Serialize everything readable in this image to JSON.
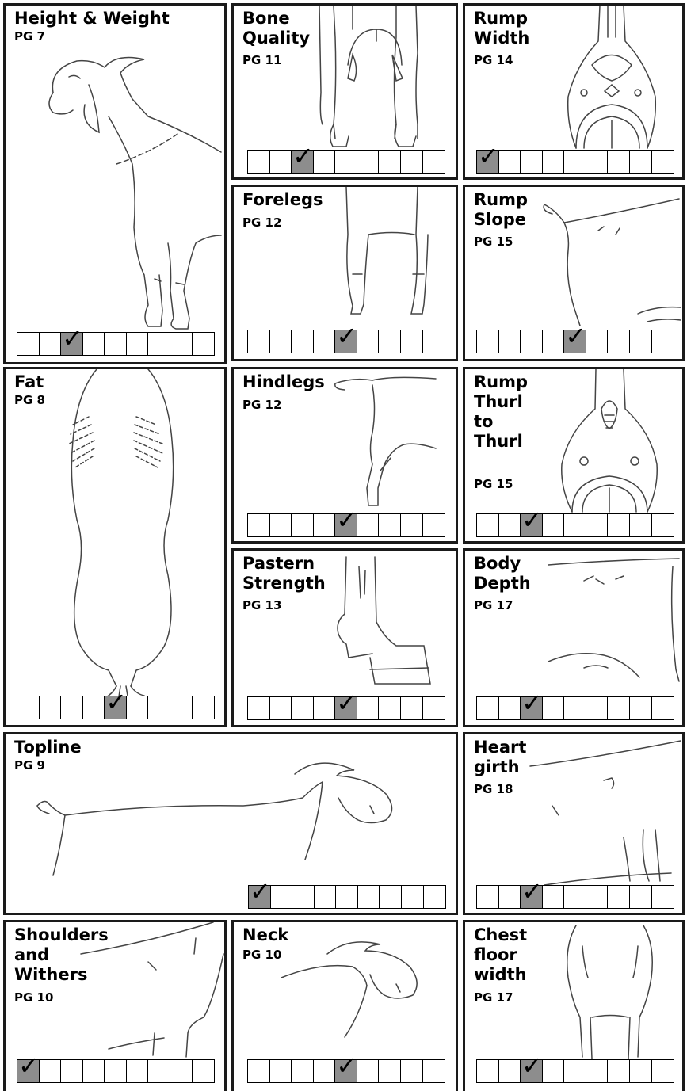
{
  "cards": {
    "height_weight": {
      "title": "Height & Weight",
      "page": "PG 7",
      "selected": 3
    },
    "bone_quality": {
      "title": "Bone\nQuality",
      "page": "PG 11",
      "selected": 3
    },
    "rump_width": {
      "title": "Rump\nWidth",
      "page": "PG 14",
      "selected": 1
    },
    "forelegs": {
      "title": "Forelegs",
      "page": "PG 12",
      "selected": 5
    },
    "rump_slope": {
      "title": "Rump\nSlope",
      "page": "PG 15",
      "selected": 5
    },
    "fat": {
      "title": "Fat",
      "page": "PG 8",
      "selected": 5
    },
    "hindlegs": {
      "title": "Hindlegs",
      "page": "PG 12",
      "selected": 5
    },
    "rump_thurl": {
      "title": "Rump\nThurl\nto\nThurl",
      "page": "PG 15",
      "selected": 3
    },
    "pastern_strength": {
      "title": "Pastern\nStrength",
      "page": "PG 13",
      "selected": 5
    },
    "body_depth": {
      "title": "Body\nDepth",
      "page": "PG 17",
      "selected": 3
    },
    "topline": {
      "title": "Topline",
      "page": "PG 9",
      "selected": 1
    },
    "heart_girth": {
      "title": "Heart\ngirth",
      "page": "PG 18",
      "selected": 3
    },
    "shoulders_withers": {
      "title": "Shoulders\nand\nWithers",
      "page": "PG 10",
      "selected": 1
    },
    "neck": {
      "title": "Neck",
      "page": "PG 10",
      "selected": 5
    },
    "chest_floor": {
      "title": "Chest\nfloor\nwidth",
      "page": "PG 17",
      "selected": 3
    }
  },
  "scale": {
    "cells": 9,
    "check_mark": "✓"
  }
}
